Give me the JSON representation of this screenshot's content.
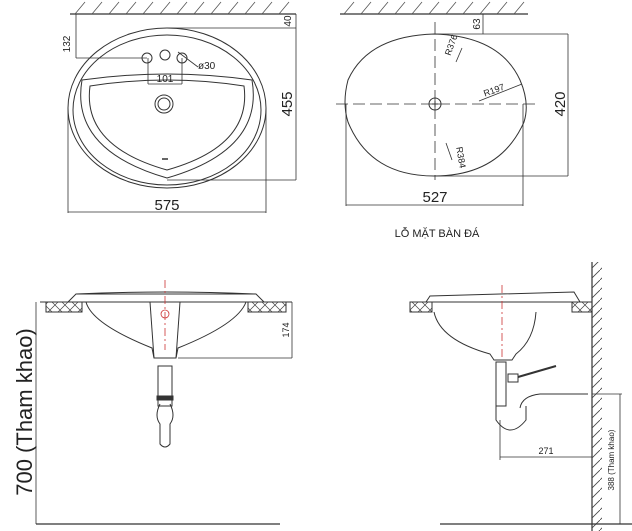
{
  "top_view": {
    "dim_top_offset": "132",
    "dim_rim": "40",
    "dim_hole_diameter": "ø30",
    "dim_hole_spacing": "101",
    "dim_height": "455",
    "dim_width": "575"
  },
  "cutout_view": {
    "dim_wall_offset": "63",
    "dim_height": "420",
    "dim_width": "527",
    "radius_top": "R376",
    "radius_side": "R197",
    "radius_bottom": "R384",
    "caption": "LỖ MẶT BÀN ĐÁ"
  },
  "front_view": {
    "dim_bowl_depth": "174",
    "dim_mount_height": "700 (Tham khao)"
  },
  "side_view": {
    "dim_trap_offset": "271",
    "dim_drain_height": "388 (Tham khao)"
  },
  "colors": {
    "line": "#333333",
    "centerline": "#cc3333"
  }
}
